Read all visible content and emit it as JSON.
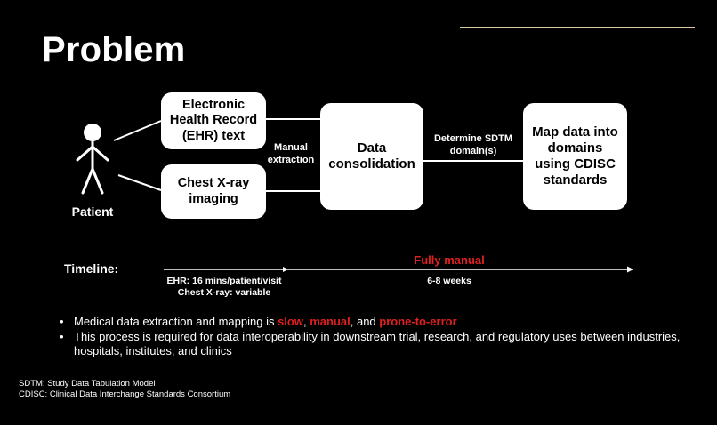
{
  "slide": {
    "title": "Problem"
  },
  "diagram": {
    "patient_label": "Patient",
    "nodes": {
      "ehr": "Electronic\nHealth Record\n(EHR) text",
      "xray": "Chest X-ray\nimaging",
      "consolidation": "Data\nconsolidation",
      "mapping": "Map data into\ndomains\nusing CDISC\nstandards"
    },
    "edge_labels": {
      "manual_extraction": "Manual\nextraction",
      "determine_sdtm": "Determine SDTM\ndomain(s)"
    }
  },
  "timeline": {
    "label": "Timeline:",
    "ehr_time": "EHR: 16 mins/patient/visit\nChest X-ray: variable",
    "fully_manual": "Fully manual",
    "duration": "6-8 weeks"
  },
  "bullets": {
    "b1_prefix": "Medical data extraction and mapping is ",
    "b1_slow": "slow",
    "b1_sep1": ", ",
    "b1_manual": "manual",
    "b1_sep2": ", and ",
    "b1_error": "prone-to-error",
    "b2": "This process is required for data interoperability in downstream trial, research, and regulatory uses between industries, hospitals, institutes, and clinics"
  },
  "footnotes": {
    "sdtm": "SDTM: Study Data Tabulation Model",
    "cdisc": "CDISC: Clinical Data Interchange Standards Consortium"
  },
  "colors": {
    "background": "#000000",
    "highlight": "#e02020",
    "title_rule": "#d9c8a0"
  }
}
